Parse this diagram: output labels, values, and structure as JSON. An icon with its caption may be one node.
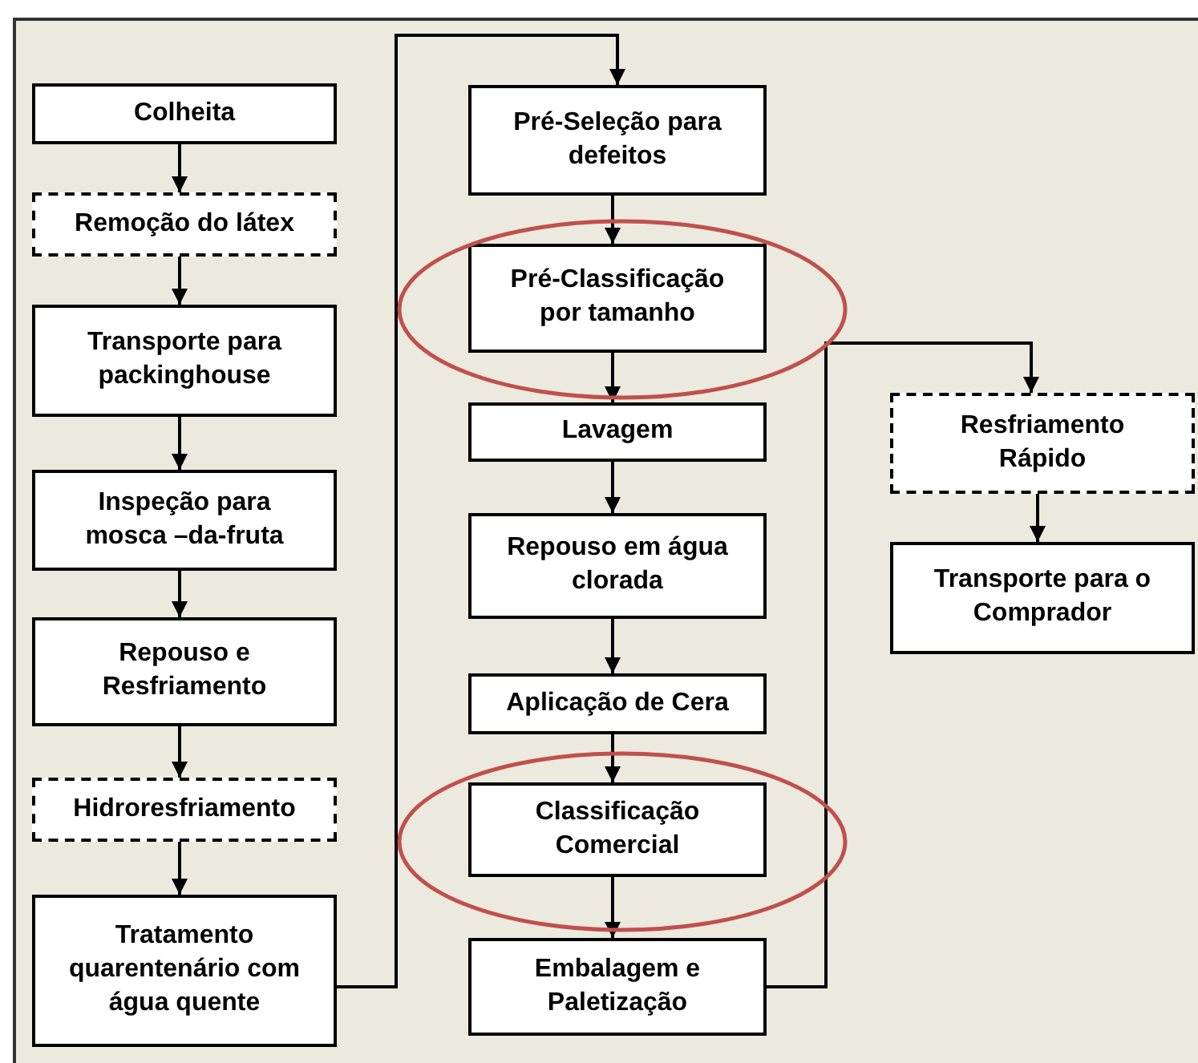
{
  "diagram": {
    "nodes": [
      {
        "text": [
          "Colheita"
        ]
      },
      {
        "text": [
          "Remoção do látex"
        ]
      },
      {
        "text": [
          "Transporte para packinghouse"
        ]
      },
      {
        "text": [
          "Inspeção para mosca –da-fruta"
        ]
      },
      {
        "text": [
          "Repouso e Resfriamento"
        ]
      },
      {
        "text": [
          "Hidroresfriamento"
        ]
      },
      {
        "text": [
          "Tratamento quarentenário com água quente"
        ]
      },
      {
        "text": [
          "Pré-Seleção para defeitos"
        ]
      },
      {
        "text": [
          "Pré-Classificação por tamanho"
        ]
      },
      {
        "text": [
          "Lavagem"
        ]
      },
      {
        "text": [
          "Repouso em água clorada"
        ]
      },
      {
        "text": [
          "Aplicação de Cera"
        ]
      },
      {
        "text": [
          "Classificação Comercial"
        ]
      },
      {
        "text": [
          "Embalagem e Paletização"
        ]
      },
      {
        "text": [
          "Resfriamento Rápido"
        ]
      },
      {
        "text": [
          "Transporte para o Comprador"
        ]
      }
    ],
    "edges": [
      {
        "from": 0,
        "to": 1,
        "arrow": "to"
      },
      {
        "from": 1,
        "to": 2,
        "arrow": "to"
      },
      {
        "from": 2,
        "to": 3,
        "arrow": "to"
      },
      {
        "from": 3,
        "to": 4,
        "arrow": "to"
      },
      {
        "from": 4,
        "to": 5,
        "arrow": "to"
      },
      {
        "from": 5,
        "to": 6,
        "arrow": "to"
      },
      {
        "from": 6,
        "to": 7,
        "arrow": "to"
      },
      {
        "from": 7,
        "to": 8,
        "arrow": "to"
      },
      {
        "from": 8,
        "to": 9,
        "arrow": "to"
      },
      {
        "from": 9,
        "to": 10,
        "arrow": "to"
      },
      {
        "from": 10,
        "to": 11,
        "arrow": "to"
      },
      {
        "from": 11,
        "to": 12,
        "arrow": "to"
      },
      {
        "from": 12,
        "to": 13,
        "arrow": "to"
      },
      {
        "from": 13,
        "to": 14,
        "arrow": "to"
      },
      {
        "from": 14,
        "to": 15,
        "arrow": "to"
      }
    ]
  }
}
